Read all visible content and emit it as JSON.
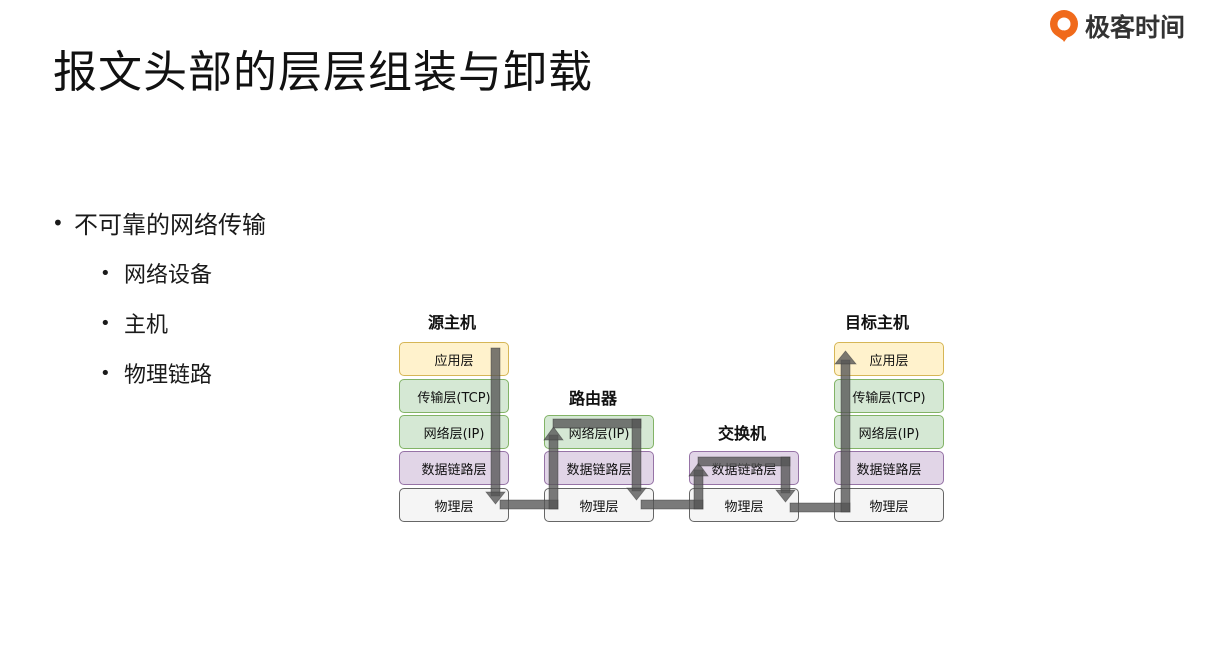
{
  "slide": {
    "title": "报文头部的层层组装与卸载",
    "logo_text": "极客时间"
  },
  "bullets": {
    "main": "不可靠的网络传输",
    "sub": [
      "网络设备",
      "主机",
      "物理链路"
    ]
  },
  "diagram": {
    "nodes": {
      "source": {
        "label": "源主机",
        "layers": [
          "应用层",
          "传输层(TCP)",
          "网络层(IP)",
          "数据链路层",
          "物理层"
        ]
      },
      "router": {
        "label": "路由器",
        "layers": [
          "网络层(IP)",
          "数据链路层",
          "物理层"
        ]
      },
      "switch": {
        "label": "交换机",
        "layers": [
          "数据链路层",
          "物理层"
        ]
      },
      "dest": {
        "label": "目标主机",
        "layers": [
          "应用层",
          "传输层(TCP)",
          "网络层(IP)",
          "数据链路层",
          "物理层"
        ]
      }
    },
    "colors": {
      "app_fill": "#fff2cc",
      "app_border": "#d6b656",
      "tcp_ip_fill": "#d5e8d4",
      "tcp_ip_border": "#82b366",
      "link_fill": "#e1d5e7",
      "link_border": "#9673a6",
      "phy_fill": "#f5f5f5",
      "phy_border": "#666666",
      "arrow": "#555555",
      "logo": "#f06a1b"
    }
  }
}
